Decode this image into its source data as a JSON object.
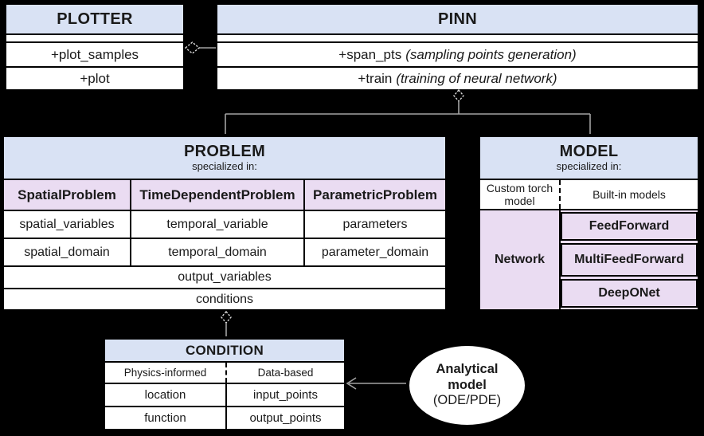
{
  "colors": {
    "header_blue": "#d9e2f4",
    "subclass_purple": "#eadcf2",
    "box_white": "#ffffff",
    "background_black": "#000000",
    "border_black": "#000000",
    "text_black": "#1a1a1a",
    "connector_gray": "#a3a3a3",
    "diamond_outline": "#d9d9d9"
  },
  "plotter": {
    "title": "PLOTTER",
    "methods": [
      "+plot_samples",
      "+plot"
    ]
  },
  "pinn": {
    "title": "PINN",
    "methods": [
      {
        "name": "+span_pts",
        "note": "(sampling points generation)"
      },
      {
        "name": "+train",
        "note": "(training of neural network)"
      }
    ]
  },
  "problem": {
    "title": "PROBLEM",
    "subtitle": "specialized in:",
    "subclasses": [
      "SpatialProblem",
      "TimeDependentProblem",
      "ParametricProblem"
    ],
    "rows": [
      [
        "spatial_variables",
        "temporal_variable",
        "parameters"
      ],
      [
        "spatial_domain",
        "temporal_domain",
        "parameter_domain"
      ]
    ],
    "shared": [
      "output_variables",
      "conditions"
    ]
  },
  "model": {
    "title": "MODEL",
    "subtitle": "specialized in:",
    "left_header": "Custom torch model",
    "right_header": "Built-in models",
    "left_cell": "Network",
    "right_cells": [
      "FeedForward",
      "MultiFeedForward",
      "DeepONet"
    ]
  },
  "condition": {
    "title": "CONDITION",
    "col_headers": [
      "Physics-informed",
      "Data-based"
    ],
    "rows": [
      [
        "location",
        "input_points"
      ],
      [
        "function",
        "output_points"
      ]
    ]
  },
  "analytical": {
    "line1": "Analytical",
    "line2": "model",
    "line3": "(ODE/PDE)"
  }
}
